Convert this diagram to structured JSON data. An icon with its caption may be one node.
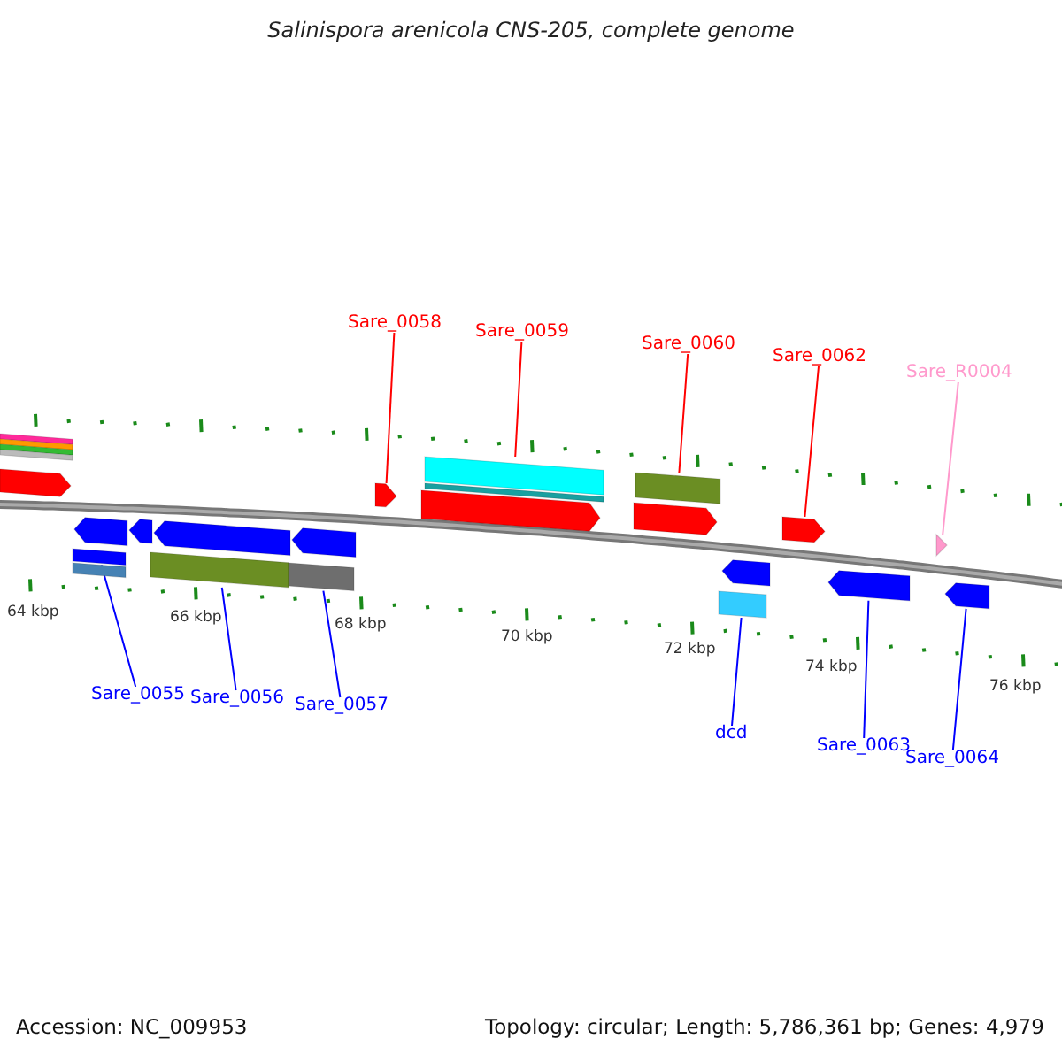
{
  "diagram": {
    "title": "Salinispora arenicola CNS-205, complete genome",
    "nodes": [
      {
        "text": [
          "Sare_0058"
        ]
      },
      {
        "text": [
          "Sare_0059"
        ]
      },
      {
        "text": [
          "Sare_0060"
        ]
      },
      {
        "text": [
          "Sare_0062"
        ]
      },
      {
        "text": [
          "Sare_R0004"
        ]
      },
      {
        "text": [],
        "shape": "bar"
      },
      {
        "text": [],
        "shape": "bar"
      },
      {
        "text": [],
        "shape": "bar"
      },
      {
        "text": [],
        "shape": "bar"
      },
      {
        "text": [],
        "shape": "pentagon"
      },
      {
        "text": [],
        "shape": "pentagon"
      },
      {
        "text": [],
        "shape": "bar"
      },
      {
        "text": [],
        "shape": "bar"
      },
      {
        "text": [],
        "shape": "pentagon"
      },
      {
        "text": [],
        "shape": "bar"
      },
      {
        "text": [],
        "shape": "pentagon"
      },
      {
        "text": [],
        "shape": "pentagon"
      },
      {
        "text": [],
        "shape": "triangle"
      },
      {
        "text": [],
        "shape": "pentagon"
      },
      {
        "text": [],
        "shape": "pentagon"
      },
      {
        "text": [],
        "shape": "pentagon"
      },
      {
        "text": [],
        "shape": "pentagon"
      },
      {
        "text": [],
        "shape": "bar"
      },
      {
        "text": [],
        "shape": "bar"
      },
      {
        "text": [],
        "shape": "bar"
      },
      {
        "text": [],
        "shape": "bar"
      },
      {
        "text": [],
        "shape": "pentagon"
      },
      {
        "text": [],
        "shape": "bar"
      },
      {
        "text": [],
        "shape": "pentagon"
      },
      {
        "text": [],
        "shape": "pentagon"
      },
      {
        "text": [
          "Sare_0055"
        ]
      },
      {
        "text": [
          "Sare_0056"
        ]
      },
      {
        "text": [
          "Sare_0057"
        ]
      },
      {
        "text": [
          "dcd"
        ]
      },
      {
        "text": [
          "Sare_0063"
        ]
      },
      {
        "text": [
          "Sare_0064"
        ]
      }
    ],
    "edges": [
      {
        "from": 0,
        "to": 10,
        "arrow": "none",
        "color": "#ff0000"
      },
      {
        "from": 1,
        "to": 11,
        "arrow": "none",
        "color": "#ff0000"
      },
      {
        "from": 2,
        "to": 14,
        "arrow": "none",
        "color": "#ff0000"
      },
      {
        "from": 3,
        "to": 16,
        "arrow": "none",
        "color": "#ff0000"
      },
      {
        "from": 4,
        "to": 17,
        "arrow": "none",
        "color": "#ff99cc"
      },
      {
        "from": 30,
        "to": 22,
        "arrow": "none",
        "color": "#0000ff"
      },
      {
        "from": 31,
        "to": 24,
        "arrow": "none",
        "color": "#0000ff"
      },
      {
        "from": 32,
        "to": 25,
        "arrow": "none",
        "color": "#0000ff"
      },
      {
        "from": 33,
        "to": 27,
        "arrow": "none",
        "color": "#0000ff"
      },
      {
        "from": 34,
        "to": 28,
        "arrow": "none",
        "color": "#0000ff"
      },
      {
        "from": 35,
        "to": 29,
        "arrow": "none",
        "color": "#0000ff"
      }
    ],
    "labels": [
      "64 kbp",
      "66 kbp",
      "68 kbp",
      "70 kbp",
      "72 kbp",
      "74 kbp",
      "76 kbp",
      "Accession: NC_009953",
      "Topology: circular; Length: 5,786,361 bp; Genes: 4,979"
    ]
  }
}
